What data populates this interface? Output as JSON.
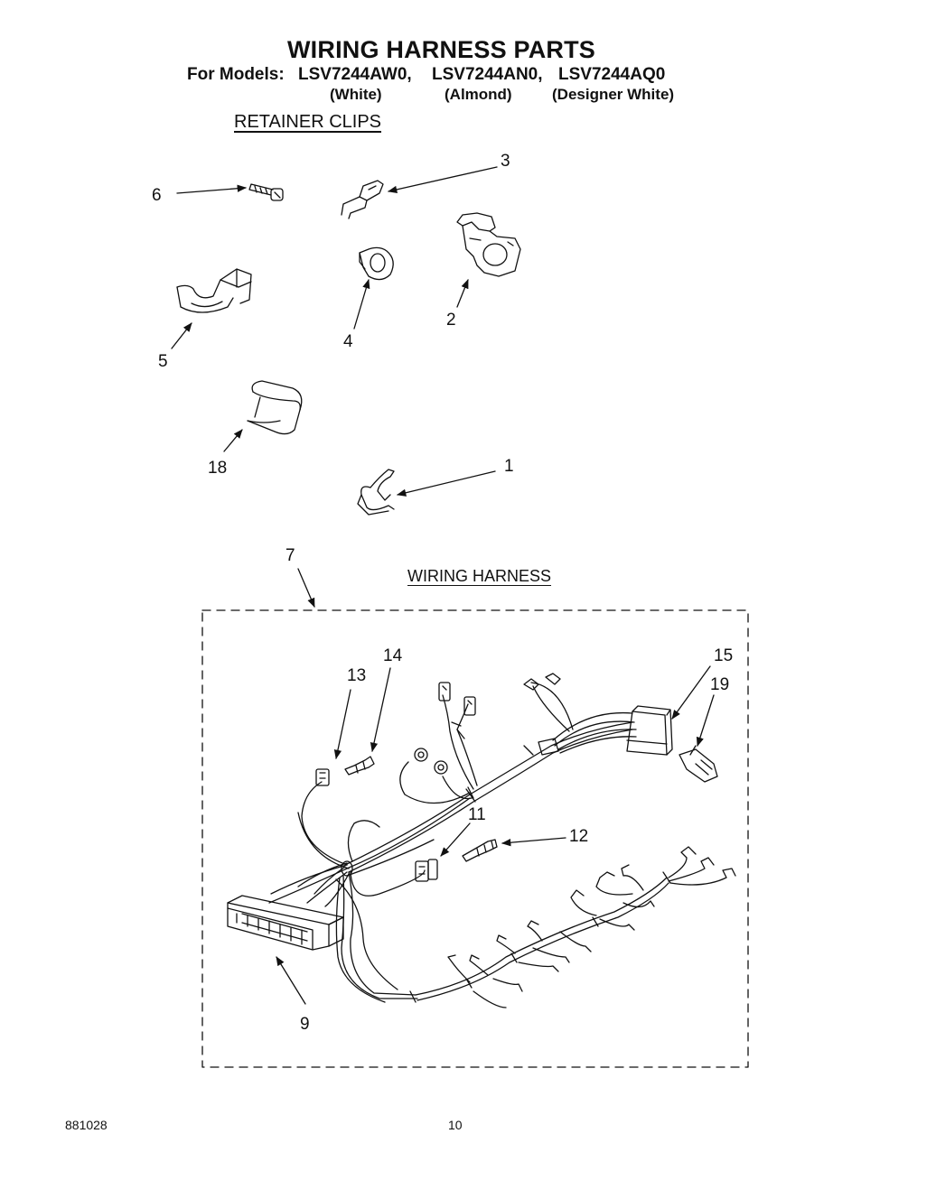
{
  "header": {
    "title": "WIRING HARNESS PARTS",
    "models_label": "For Models:",
    "models": [
      {
        "code": "LSV7244AW0,",
        "variant": "(White)"
      },
      {
        "code": "LSV7244AN0,",
        "variant": "(Almond)"
      },
      {
        "code": "LSV7244AQ0",
        "variant": "(Designer White)"
      }
    ]
  },
  "sections": {
    "retainer_clips": "RETAINER CLIPS",
    "wiring_harness": "WIRING HARNESS"
  },
  "callouts": {
    "c1": "1",
    "c2": "2",
    "c3": "3",
    "c4": "4",
    "c5": "5",
    "c6": "6",
    "c7": "7",
    "c9": "9",
    "c11": "11",
    "c12": "12",
    "c13": "13",
    "c14": "14",
    "c15": "15",
    "c18": "18",
    "c19": "19"
  },
  "footer": {
    "code": "881028",
    "page": "10"
  }
}
